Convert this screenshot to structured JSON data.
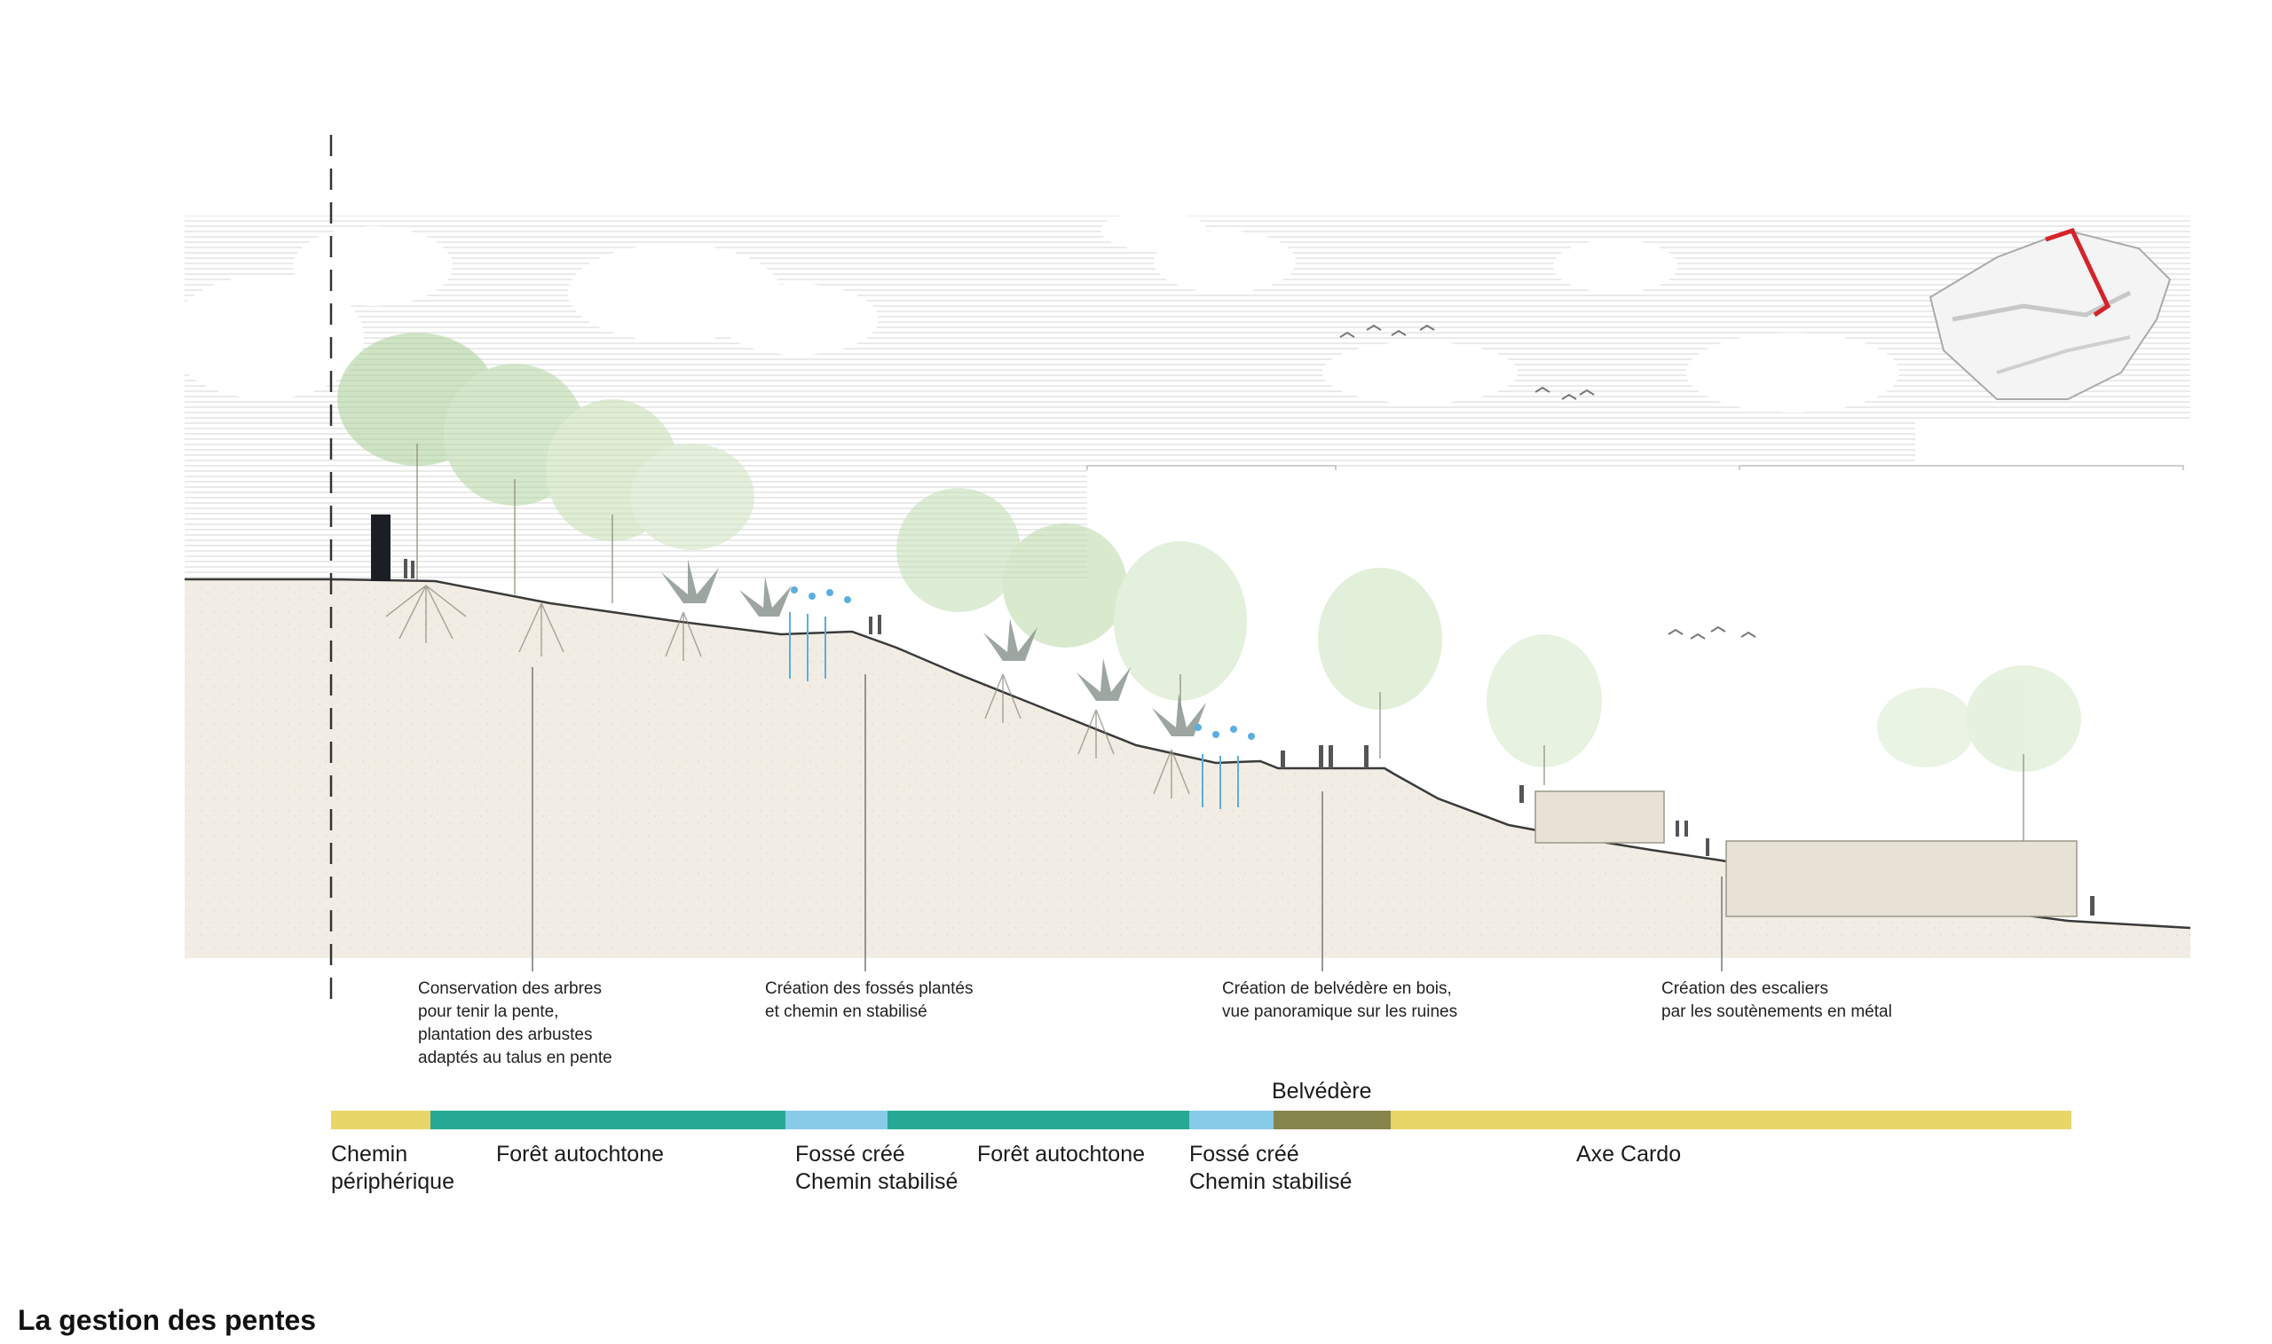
{
  "title": "La gestion des pentes",
  "annotations": [
    {
      "id": "trees",
      "text": "Conservation des arbres\npour tenir la pente,\nplantation des arbustes\nadaptés au talus en pente"
    },
    {
      "id": "ditches",
      "text": "Création des fossés plantés\net chemin en stabilisé"
    },
    {
      "id": "belvedere",
      "text": "Création de belvédère en bois,\nvue panoramique sur les ruines"
    },
    {
      "id": "stairs",
      "text": "Création des escaliers\npar les soutènements en métal"
    }
  ],
  "belvedere_label": "Belvédère",
  "legend_segments": [
    {
      "label": "Chemin\npériphérique",
      "color": "#e9d668"
    },
    {
      "label": "Forêt autochtone",
      "color": "#27a894"
    },
    {
      "label": "Fossé créé\nChemin stabilisé",
      "color": "#87cbe8"
    },
    {
      "label": "Forêt autochtone",
      "color": "#27a894"
    },
    {
      "label": "Fossé créé\nChemin stabilisé",
      "color": "#87cbe8"
    },
    {
      "label": "",
      "color": "#85854b"
    },
    {
      "label": "Axe Cardo",
      "color": "#e9d668"
    }
  ],
  "colors": {
    "ground": "#f1ece3",
    "sky_lines": "#d4d4d4",
    "tree_green": "#a9cf95",
    "inset_marker": "#d4242b"
  },
  "icons": [
    "inset-map",
    "bird-icon",
    "agave-plant-icon",
    "person-icon",
    "water-drop-icon",
    "tree-icon"
  ]
}
